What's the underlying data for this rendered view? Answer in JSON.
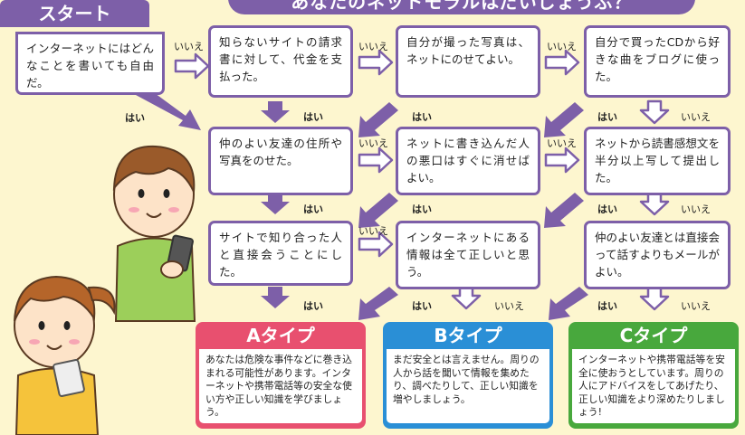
{
  "title": "あなたのネットモラルはだいじょうぶ？",
  "start_label": "スタート",
  "questions": {
    "q1": "インターネットにはどんなことを書いても自由だ。",
    "q2": "知らないサイトの請求書に対して、代金を支払った。",
    "q3": "自分が撮った写真は、ネットにのせてよい。",
    "q4": "自分で買ったCDから好きな曲をブログに使った。",
    "q5": "仲のよい友達の住所や写真をのせた。",
    "q6": "ネットに書き込んだ人の悪口はすぐに消せばよい。",
    "q7": "ネットから読書感想文を半分以上写して提出した。",
    "q8": "サイトで知り合った人と直接会うことにした。",
    "q9": "インターネットにある情報は全て正しいと思う。",
    "q10": "仲のよい友達とは直接会って話すよりもメールがよい。"
  },
  "labels": {
    "yes": "はい",
    "no": "いいえ"
  },
  "results": {
    "a": {
      "title": "Aタイプ",
      "text": "あなたは危険な事件などに巻き込まれる可能性があります。インターネットや携帯電話等の安全な使い方や正しい知識を学びましょう。",
      "color": "#e8506f"
    },
    "b": {
      "title": "Bタイプ",
      "text": "まだ安全とは言えません。周りの人から話を聞いて情報を集めたり、調べたりして、正しい知識を増やしましょう。",
      "color": "#2a8fd6"
    },
    "c": {
      "title": "Cタイプ",
      "text": "インターネットや携帯電話等を安全に使おうとしています。周りの人にアドバイスをしてあげたり、正しい知識をより深めたりしましょう!",
      "color": "#48a83d"
    }
  },
  "colors": {
    "purple": "#7d5fa8",
    "background": "#fdf6cf"
  }
}
